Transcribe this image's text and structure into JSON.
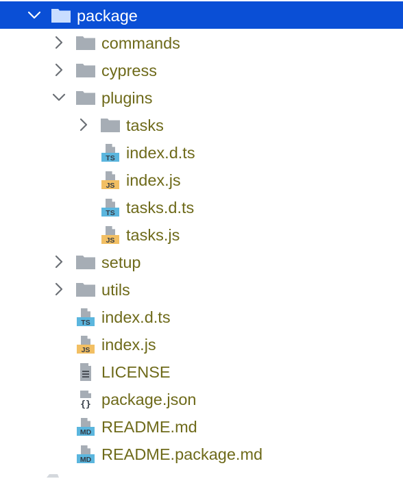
{
  "tree": {
    "items": [
      {
        "label": "package",
        "kind": "folder",
        "depth": 0,
        "expanded": true,
        "selected": true
      },
      {
        "label": "commands",
        "kind": "folder",
        "depth": 1,
        "expanded": false
      },
      {
        "label": "cypress",
        "kind": "folder",
        "depth": 1,
        "expanded": false
      },
      {
        "label": "plugins",
        "kind": "folder",
        "depth": 1,
        "expanded": true
      },
      {
        "label": "tasks",
        "kind": "folder",
        "depth": 2,
        "expanded": false
      },
      {
        "label": "index.d.ts",
        "kind": "ts",
        "depth": 2,
        "badge": "TS"
      },
      {
        "label": "index.js",
        "kind": "js",
        "depth": 2,
        "badge": "JS"
      },
      {
        "label": "tasks.d.ts",
        "kind": "ts",
        "depth": 2,
        "badge": "TS"
      },
      {
        "label": "tasks.js",
        "kind": "js",
        "depth": 2,
        "badge": "JS"
      },
      {
        "label": "setup",
        "kind": "folder",
        "depth": 1,
        "expanded": false
      },
      {
        "label": "utils",
        "kind": "folder",
        "depth": 1,
        "expanded": false
      },
      {
        "label": "index.d.ts",
        "kind": "ts",
        "depth": 1,
        "badge": "TS"
      },
      {
        "label": "index.js",
        "kind": "js",
        "depth": 1,
        "badge": "JS"
      },
      {
        "label": "LICENSE",
        "kind": "text",
        "depth": 1
      },
      {
        "label": "package.json",
        "kind": "json",
        "depth": 1
      },
      {
        "label": "README.md",
        "kind": "md",
        "depth": 1,
        "badge": "MD"
      },
      {
        "label": "README.package.md",
        "kind": "md",
        "depth": 1,
        "badge": "MD"
      }
    ]
  },
  "colors": {
    "selection": "#0a4fd6",
    "label_text": "#6e6a1a",
    "folder": "#a6adb5",
    "chevron": "#6b6f75",
    "ts_badge": "#5bb6de",
    "js_badge": "#f2bf63",
    "md_badge": "#5bb6de"
  },
  "icons": {
    "folder": "folder-icon",
    "ts": "typescript-file-icon",
    "js": "javascript-file-icon",
    "text": "text-file-icon",
    "json": "json-file-icon",
    "md": "markdown-file-icon",
    "chevron_right": "chevron-right-icon",
    "chevron_down": "chevron-down-icon"
  }
}
